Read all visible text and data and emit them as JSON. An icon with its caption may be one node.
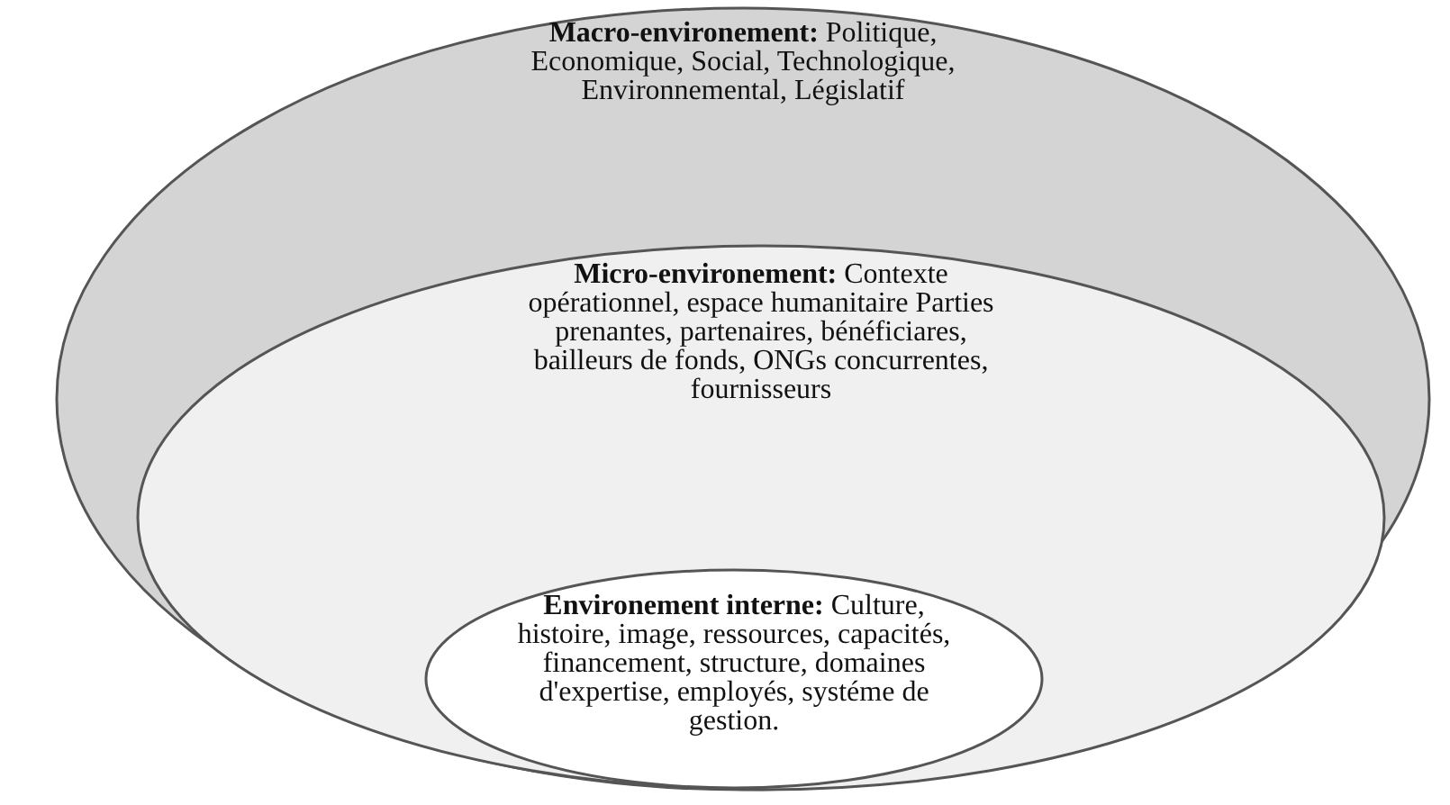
{
  "diagram": {
    "nodes": [
      {
        "text": [
          "**Macro-environement:** Politique, Economique, Social, Technologique, Environnemental, Législatif"
        ]
      },
      {
        "text": [
          "**Micro-environement:** Contexte opérationnel, espace humanitaire Parties prenantes, partenaires, bénéficiares, bailleurs de fonds, ONGs concurrentes, fournisseurs"
        ],
        "in": 0
      },
      {
        "text": [
          "**Environement interne:** Culture, histoire, image, ressources, capacités, financement, structure, domaines d'expertise, employés, systéme de gestion."
        ],
        "in": 1
      }
    ]
  }
}
